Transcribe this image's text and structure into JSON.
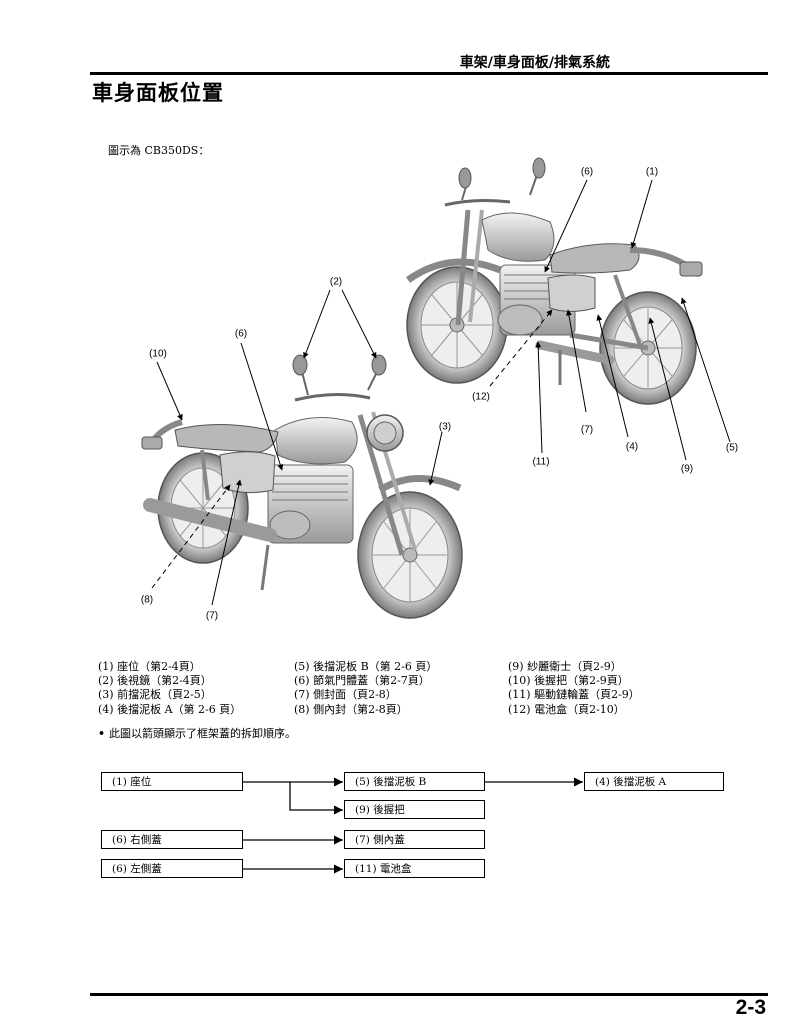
{
  "header": {
    "chapter": "車架/車身面板/排氣系統",
    "title": "車身面板位置",
    "caption": "圖示為 CB350DS："
  },
  "callouts": {
    "right_bike": [
      "(6)",
      "(1)",
      "(12)",
      "(7)",
      "(4)",
      "(5)",
      "(11)",
      "(9)"
    ],
    "left_bike": [
      "(2)",
      "(6)",
      "(10)",
      "(3)",
      "(8)",
      "(7)"
    ]
  },
  "legend": {
    "col1": [
      "(1) 座位（第2-4頁）",
      "(2) 後視鏡（第2-4頁）",
      "(3) 前擋泥板（頁2-5）",
      "(4) 後擋泥板 A（第 2-6 頁）"
    ],
    "col2": [
      "(5) 後擋泥板 B（第 2-6 頁）",
      "(6) 節氣門體蓋（第2-7頁）",
      "(7) 側封面（頁2-8）",
      "(8) 側內封（第2-8頁）"
    ],
    "col3": [
      "(9) 紗麗衛士（頁2-9）",
      "(10) 後握把（第2-9頁）",
      "(11) 驅動鏈輪蓋（頁2-9）",
      "(12) 電池盒（頁2-10）"
    ]
  },
  "note": "此圖以箭頭顯示了框架蓋的拆卸順序。",
  "flow": {
    "seat": "(1) 座位",
    "rear_fender_b": "(5) 後擋泥板 B",
    "rear_fender_a": "(4) 後擋泥板 A",
    "rear_grip": "(9) 後握把",
    "right_side_cover": "(6) 右側蓋",
    "side_inner_cover": "(7) 側內蓋",
    "left_side_cover": "(6) 左側蓋",
    "battery_box": "(11) 電池盒"
  },
  "footer": {
    "page_number": "2-3"
  }
}
